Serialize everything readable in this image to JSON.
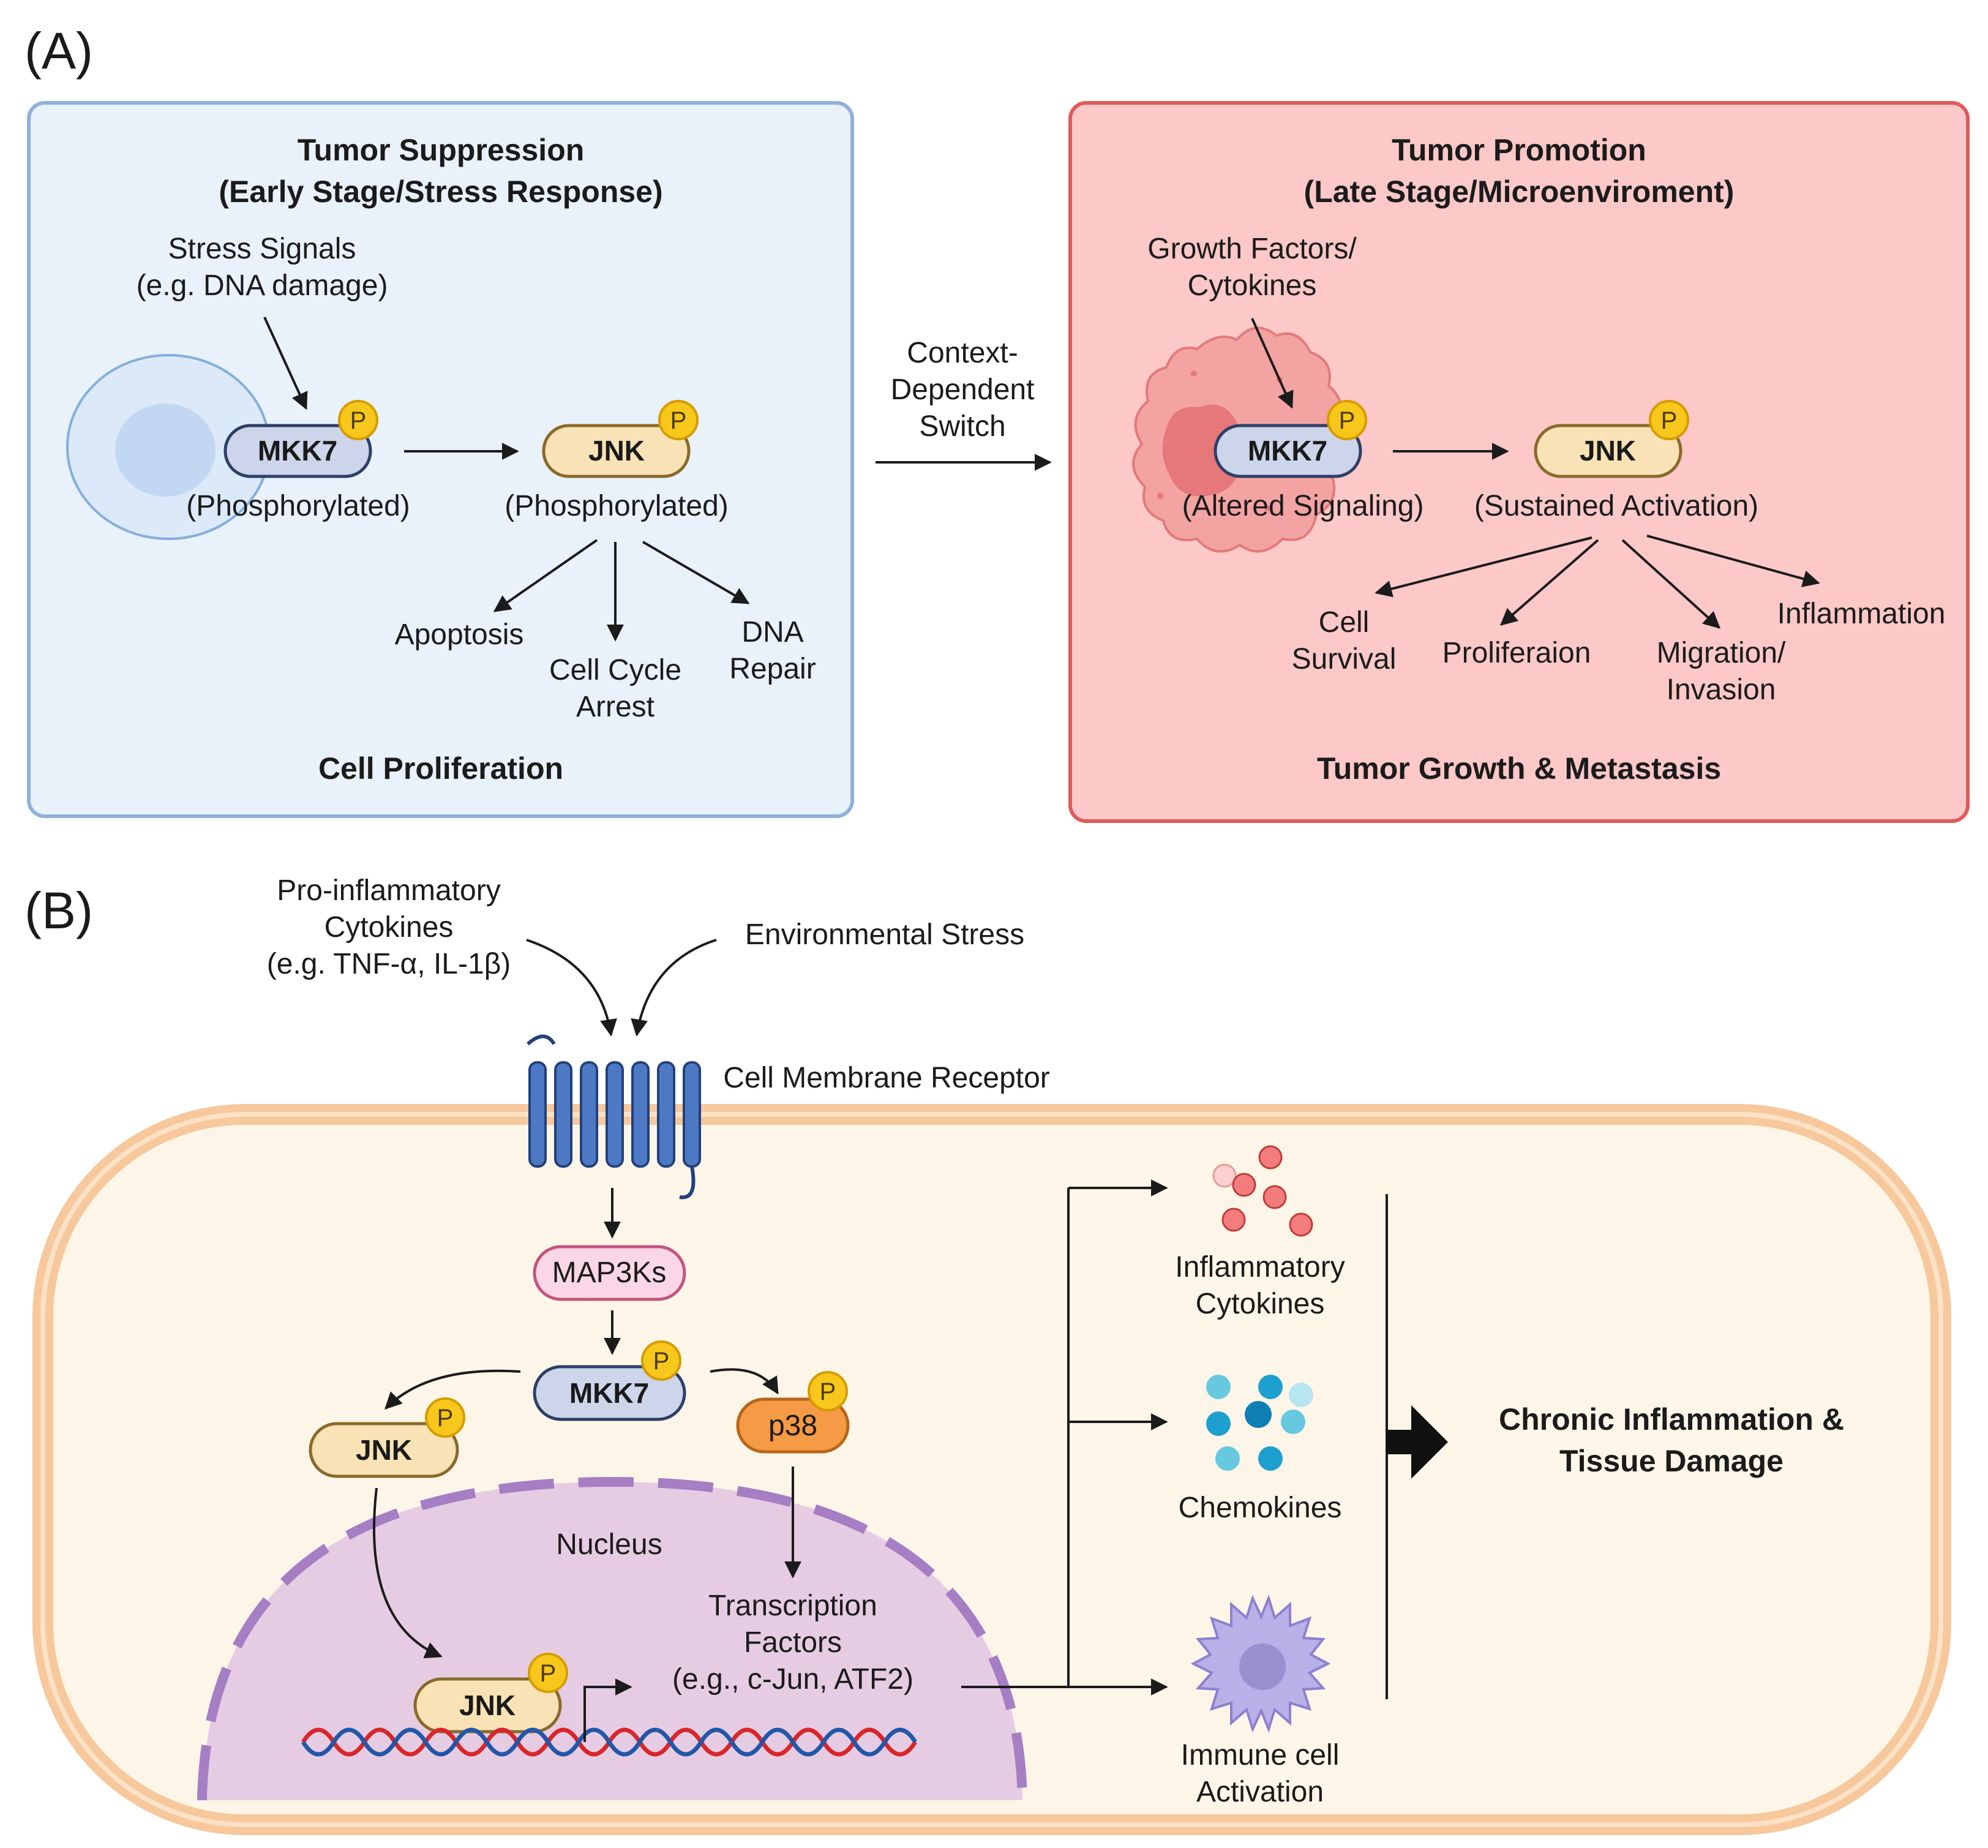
{
  "panel_a": {
    "label": "(A)",
    "left": {
      "title_line1": "Tumor Suppression",
      "title_line2": "(Early Stage/Stress Response)",
      "input_line1": "Stress Signals",
      "input_line2": "(e.g. DNA damage)",
      "kinase1": "MKK7",
      "kinase1_state": "(Phosphorylated)",
      "kinase2": "JNK",
      "kinase2_state": "(Phosphorylated)",
      "outcome1": "Apoptosis",
      "outcome2_line1": "Cell Cycle",
      "outcome2_line2": "Arrest",
      "outcome3_line1": "DNA",
      "outcome3_line2": "Repair",
      "footer": "Cell Proliferation"
    },
    "switch_line1": "Context-",
    "switch_line2": "Dependent",
    "switch_line3": "Switch",
    "right": {
      "title_line1": "Tumor Promotion",
      "title_line2": "(Late Stage/Microenviroment)",
      "input_line1": "Growth  Factors/",
      "input_line2": "Cytokines",
      "kinase1": "MKK7",
      "kinase1_state": "(Altered Signaling)",
      "kinase2": "JNK",
      "kinase2_state": "(Sustained Activation)",
      "outcome1_line1": "Cell",
      "outcome1_line2": "Survival",
      "outcome2": "Proliferaion",
      "outcome3_line1": "Migration/",
      "outcome3_line2": "Invasion",
      "outcome4": "Inflammation",
      "footer": "Tumor Growth & Metastasis"
    }
  },
  "panel_b": {
    "label": "(B)",
    "input1_line1": "Pro-inflammatory",
    "input1_line2": "Cytokines",
    "input1_line3": "(e.g. TNF-α, IL-1β)",
    "input2": "Environmental Stress",
    "receptor": "Cell Membrane Receptor",
    "map3k": "MAP3Ks",
    "mkk7": "MKK7",
    "jnk": "JNK",
    "p38": "p38",
    "nucleus": "Nucleus",
    "jnk_nuclear": "JNK",
    "tf_line1": "Transcription",
    "tf_line2": "Factors",
    "tf_line3": "(e.g., c-Jun, ATF2)",
    "out1_line1": "Inflammatory",
    "out1_line2": "Cytokines",
    "out2": "Chemokines",
    "out3_line1": "Immune cell",
    "out3_line2": "Activation",
    "result_line1": "Chronic Inflammation &",
    "result_line2": "Tissue Damage"
  },
  "phospho_label": "P",
  "colors": {
    "panel_a_left_bg": "#e9f1fb",
    "panel_a_left_border": "#8fb1da",
    "panel_a_right_bg": "#fcc8c8",
    "panel_a_right_border": "#e05a5a",
    "mkk7": "#ccd5ea",
    "jnk": "#f9e3b6",
    "p38": "#f59a45",
    "map3k": "#fbd6e6",
    "phospho": "#f7c81b",
    "cell": "#fdf6e8",
    "membrane": "#f6c89c",
    "nucleus": "#e6cce3",
    "receptor": "#4d79c4"
  }
}
